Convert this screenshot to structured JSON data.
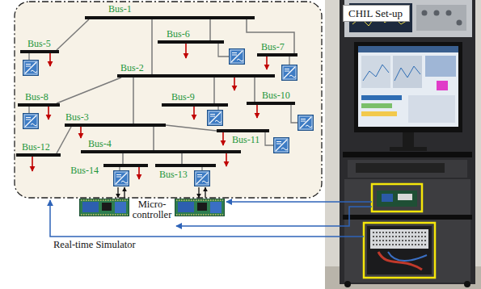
{
  "diagram": {
    "nodes": [
      {
        "text": [
          "Bus-1"
        ]
      },
      {
        "text": [
          "Bus-2"
        ]
      },
      {
        "text": [
          "Bus-3"
        ]
      },
      {
        "text": [
          "Bus-4"
        ]
      },
      {
        "text": [
          "Bus-5"
        ]
      },
      {
        "text": [
          "Bus-6"
        ]
      },
      {
        "text": [
          "Bus-7"
        ]
      },
      {
        "text": [
          "Bus-8"
        ]
      },
      {
        "text": [
          "Bus-9"
        ]
      },
      {
        "text": [
          "Bus-10"
        ]
      },
      {
        "text": [
          "Bus-11"
        ]
      },
      {
        "text": [
          "Bus-12"
        ]
      },
      {
        "text": [
          "Bus-13"
        ]
      },
      {
        "text": [
          "Bus-14"
        ]
      },
      {
        "text": [
          "CHIL Set-up"
        ]
      }
    ],
    "edges": [
      {
        "from": 0,
        "to": 4,
        "arrow": "none"
      },
      {
        "from": 0,
        "to": 1,
        "arrow": "none"
      },
      {
        "from": 0,
        "to": 5,
        "arrow": "none"
      },
      {
        "from": 0,
        "to": 6,
        "arrow": "none"
      },
      {
        "from": 1,
        "to": 2,
        "arrow": "none"
      },
      {
        "from": 1,
        "to": 7,
        "arrow": "none"
      },
      {
        "from": 1,
        "to": 8,
        "arrow": "none"
      },
      {
        "from": 1,
        "to": 9,
        "arrow": "none"
      },
      {
        "from": 2,
        "to": 10,
        "arrow": "none"
      },
      {
        "from": 2,
        "to": 11,
        "arrow": "none"
      },
      {
        "from": 2,
        "to": 3,
        "arrow": "none"
      },
      {
        "from": 3,
        "to": 12,
        "arrow": "none"
      },
      {
        "from": 3,
        "to": 13,
        "arrow": "none"
      }
    ],
    "labels": [
      "Micro- controller",
      "Real-time Simulator"
    ]
  }
}
